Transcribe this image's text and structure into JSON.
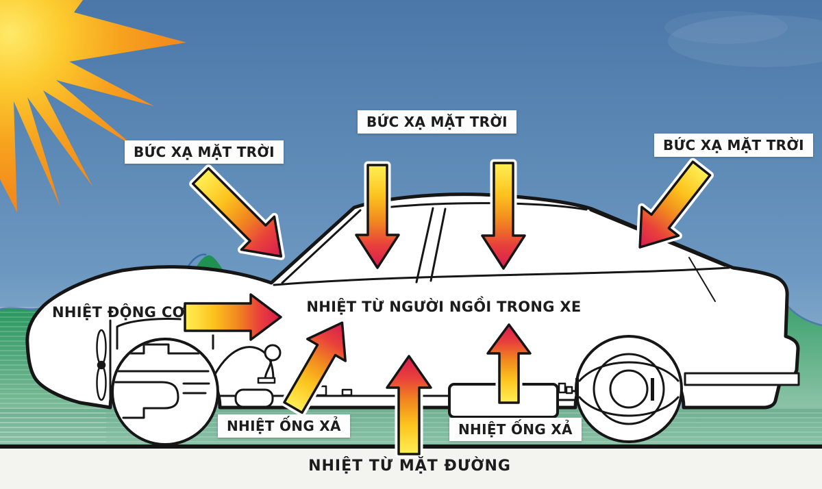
{
  "labels": {
    "solar_left": "BỨC XẠ MẶT TRỜI",
    "solar_center": "BỨC XẠ MẶT TRỜI",
    "solar_right": "BỨC XẠ MẶT TRỜI",
    "engine": "NHIỆT ĐỘNG CƠ",
    "cabin": "NHIỆT TỪ NGƯỜI NGỒI TRONG XE",
    "exhaust_left": "NHIỆT ỐNG XẢ",
    "exhaust_right": "NHIỆT ỐNG XẢ",
    "road": "NHIỆT TỪ MẶT ĐƯỜNG"
  },
  "icons": {
    "sun": "sun-icon",
    "arrows": [
      "solar-arrow-windshield",
      "solar-arrow-roof-front",
      "solar-arrow-roof-rear",
      "solar-arrow-rear-window",
      "engine-heat-arrow",
      "exhaust-heat-arrow-front",
      "road-heat-arrow",
      "exhaust-heat-arrow-rear"
    ]
  },
  "colors": {
    "sky_top": "#4a77a8",
    "sky_bottom": "#a9c4da",
    "sun_core": "#ffe96a",
    "sun_edge": "#ee7a1c",
    "hill_green": "#2f9c63",
    "road_green": "#79b494",
    "ground_line": "#141414",
    "below_road": "#f3f4ef",
    "arrow_tail": "#ffef55",
    "arrow_mid": "#f1871f",
    "arrow_head": "#d81b50",
    "arrow_outline": "#151515",
    "car_body": "#ffffff",
    "car_outline": "#161616",
    "label_bg": "#fdfdfd",
    "label_text": "#1c1c1c"
  }
}
